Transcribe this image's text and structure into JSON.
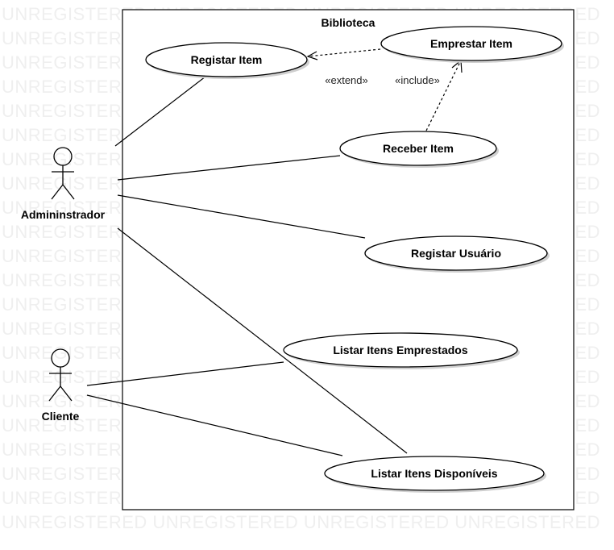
{
  "watermark": {
    "row_text": "UNREGISTERED UNREGISTERED UNREGISTERED UNREGISTERED"
  },
  "system": {
    "title": "Biblioteca"
  },
  "actors": {
    "admin": {
      "name": "Admininstrador"
    },
    "client": {
      "name": "Cliente"
    }
  },
  "use_cases": {
    "registar_item": "Registar Item",
    "emprestar_item": "Emprestar Item",
    "receber_item": "Receber Item",
    "registar_usuario": "Registar Usuário",
    "listar_emprestados": "Listar Itens Emprestados",
    "listar_disponiveis": "Listar Itens Disponíveis"
  },
  "relations": {
    "extend": "«extend»",
    "include": "«include»"
  }
}
